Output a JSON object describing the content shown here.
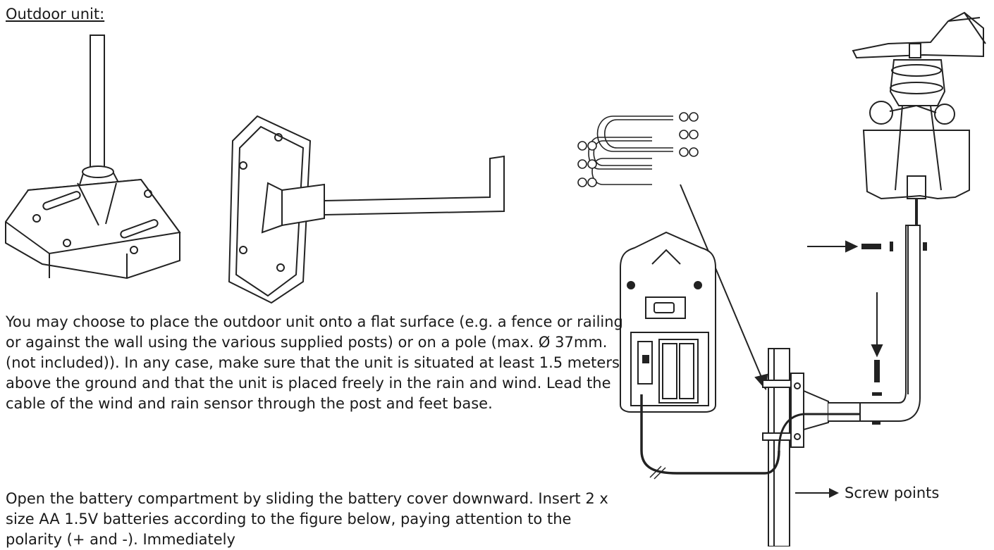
{
  "heading": "Outdoor unit:",
  "paragraphs": [
    "You may choose to place the outdoor unit onto a flat surface (e.g. a fence or railing or against the wall using the various supplied posts) or on a pole (max. Ø 37mm. (not included)). In any case, make sure that the unit is situated at least 1.5 meters above the ground and that the unit is placed freely in the rain and wind. Lead the cable of the wind and rain sensor through the post and feet base.",
    "Open the battery compartment by sliding the battery cover downward. Insert 2 x size AA 1.5V batteries according to the figure below, paying attention to the polarity (+ and -). Immediately"
  ],
  "legend": {
    "label": "Screw points"
  }
}
